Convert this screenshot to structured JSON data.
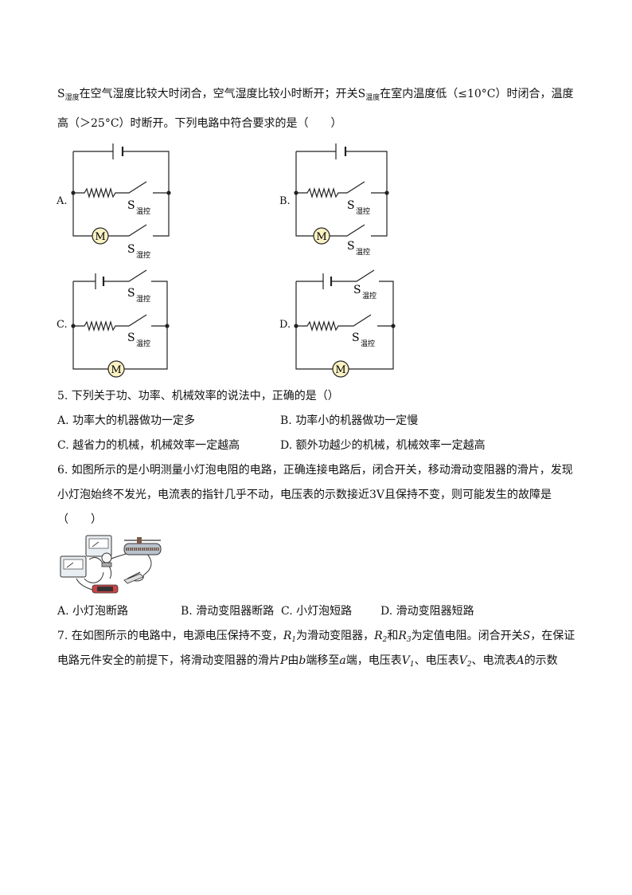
{
  "q4": {
    "line1": {
      "s1": "S",
      "s1_sub": "湿度",
      "t1": "在空气湿度比较大时闭合，空气湿度比较小时断开；开关",
      "s2": "S",
      "s2_sub": "温度",
      "t2": "在室内温度低（≤10°C）时闭合，温度"
    },
    "line2": "高（＞25°C）时断开。下列电路中符合要求的是（　　）",
    "options": {
      "A": "A.",
      "B": "B.",
      "C": "C.",
      "D": "D."
    },
    "switch_letter": "S",
    "sub_wenkong": "温控",
    "sub_shikong": "湿控",
    "motor": "M"
  },
  "q5": {
    "stem": "5. 下列关于功、功率、机械效率的说法中，正确的是（）",
    "A": "A. 功率大的机器做功一定多",
    "B": "B. 功率小的机器做功一定慢",
    "C": "C. 越省力的机械，机械效率一定越高",
    "D": "D. 额外功越少的机械，机械效率一定越高"
  },
  "q6": {
    "line1": "6. 如图所示的是小明测量小灯泡电阻的电路，正确连接电路后，闭合开关，移动滑动变阻器的滑片，发现",
    "line2": "小灯泡始终不发光，电流表的指针几乎不动，电压表的示数接近3V且保持不变，则可能发生的故障是",
    "line3": "（　　）",
    "A": "A. 小灯泡断路",
    "B": "B. 滑动变阻器断路",
    "C": "C. 小灯泡短路",
    "D": "D. 滑动变阻器短路"
  },
  "q7": {
    "line1": {
      "a": "7. 在如图所示的电路中，电源电压保持不变，",
      "r1": "R",
      "r1_sub": "1",
      "b": "为滑动变阻器，",
      "r2": "R",
      "r2_sub": "2",
      "c": "和",
      "r3": "R",
      "r3_sub": "3",
      "d": "为定值电阻。闭合开关",
      "s": "S",
      "e": "，在保证"
    },
    "line2": {
      "a": "电路元件安全的前提下，将滑动变阻器的滑片",
      "p": "P",
      "b": "由",
      "bb": "b",
      "c": "端移至",
      "aa": "a",
      "d": "端，电压表",
      "v1": "V",
      "v1_sub": "1",
      "e": "、电压表",
      "v2": "V",
      "v2_sub": "2",
      "f": "、电流表",
      "am": "A",
      "g": "的示数"
    }
  }
}
